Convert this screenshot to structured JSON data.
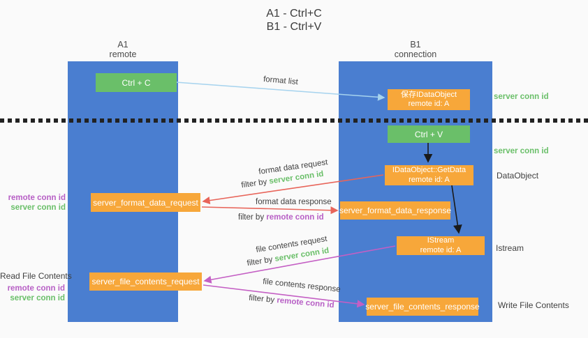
{
  "title": {
    "line1": "A1 - Ctrl+C",
    "line2": "B1 - Ctrl+V"
  },
  "lanes": {
    "a1": {
      "name": "A1",
      "role": "remote"
    },
    "b1": {
      "name": "B1",
      "role": "connection"
    }
  },
  "nodes": {
    "ctrl_c": "Ctrl + C",
    "ctrl_v": "Ctrl + V",
    "save_idataobject": {
      "line1": "保存IDataObject",
      "line2": "remote id: A"
    },
    "getdata": {
      "line1": "IDataObject::GetData",
      "line2": "remote id: A"
    },
    "istream": {
      "line1": "IStream",
      "line2": "remote id: A"
    },
    "format_request": "server_format_data_request",
    "format_response": "server_format_data_response",
    "file_request": "server_file_contents_request",
    "file_response": "server_file_contents_response"
  },
  "arrow_labels": {
    "format_list": "format list",
    "format_data_request": "format data request",
    "format_data_response": "format data response",
    "file_contents_request": "file contents request",
    "file_contents_response": "file contents response",
    "filter_by": "filter by ",
    "server_conn_id": "server conn id",
    "remote_conn_id": "remote conn id"
  },
  "side_labels": {
    "server_conn_id_top": "server conn id",
    "server_conn_id_mid": "server conn id",
    "dataobject": "DataObject",
    "istream": "Istream",
    "write_file_contents": "Write File Contents",
    "read_file_contents": "Read File Contents",
    "remote_conn_id": "remote conn id",
    "server_conn_id": "server conn id"
  },
  "colors": {
    "lane_blue": "#4a7ed0",
    "box_green": "#6abf69",
    "box_orange": "#f7a73a",
    "arrow_lightblue": "#a6d3ee",
    "arrow_red": "#e8655a",
    "arrow_magenta": "#c45fc4",
    "arrow_black": "#1a1a1a",
    "label_green": "#6abf69",
    "label_purple": "#b75fc5",
    "text_dark": "#3f3f3f",
    "background": "#fafafa"
  }
}
